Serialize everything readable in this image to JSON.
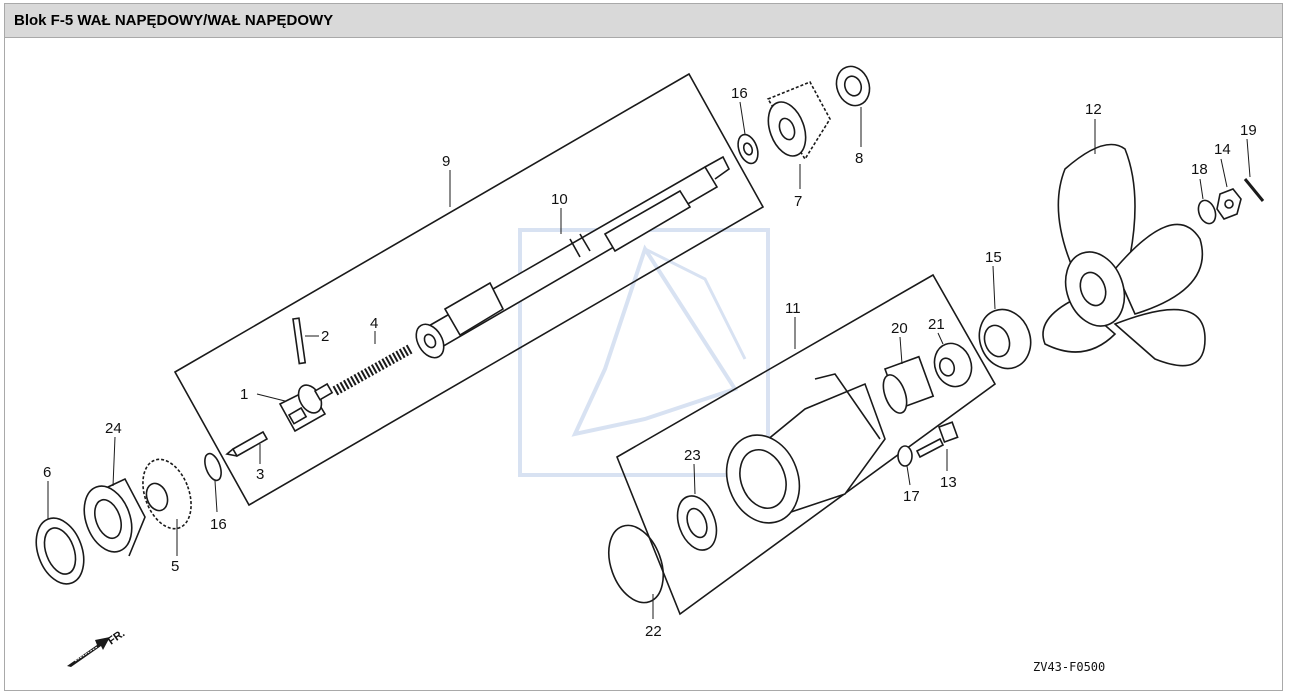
{
  "header": {
    "title": "Blok F-5 WAŁ NAPĘDOWY/WAŁ NAPĘDOWY"
  },
  "diagram": {
    "code": "ZV43-F0500",
    "direction_label": "FR.",
    "callouts": [
      "1",
      "2",
      "3",
      "4",
      "5",
      "6",
      "7",
      "8",
      "9",
      "10",
      "11",
      "12",
      "13",
      "14",
      "15",
      "16",
      "16",
      "17",
      "18",
      "19",
      "20",
      "21",
      "22",
      "23",
      "24"
    ]
  }
}
